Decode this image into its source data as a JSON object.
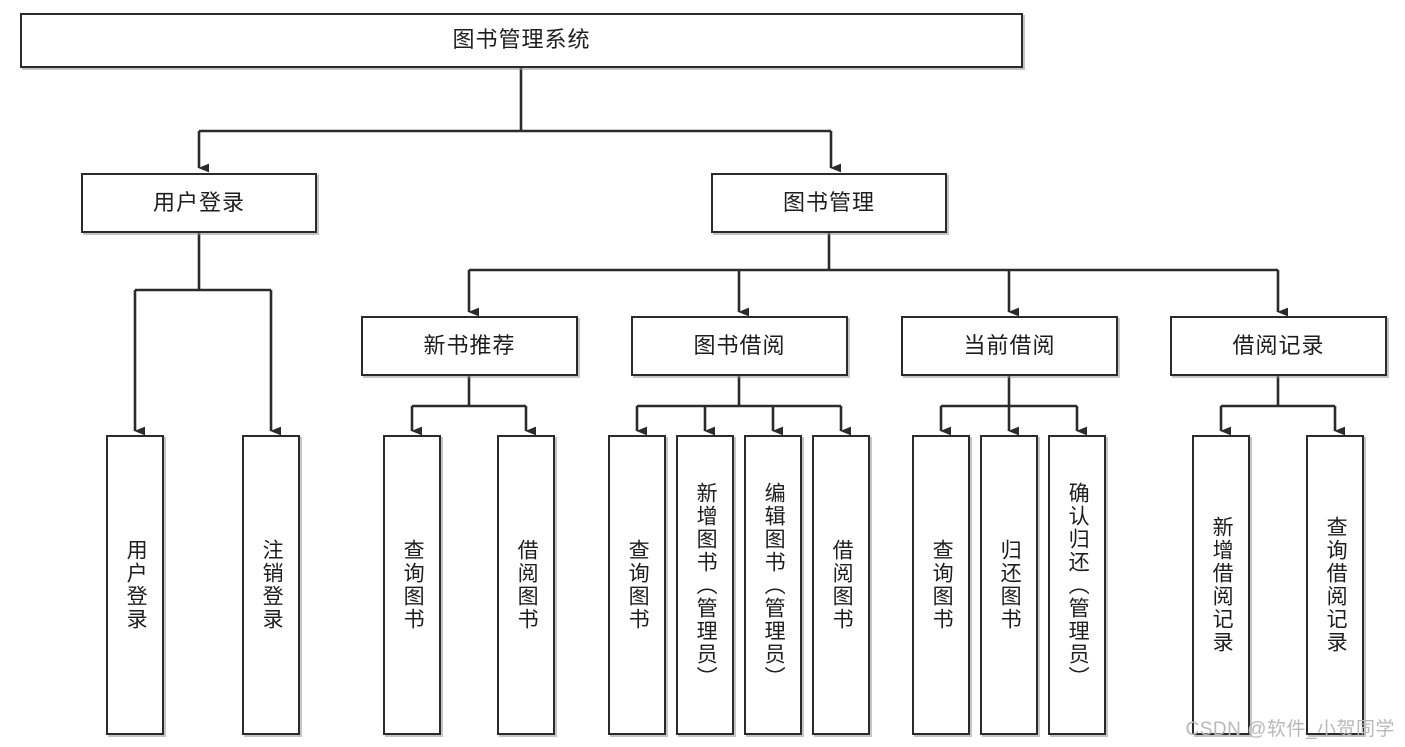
{
  "diagram": {
    "type": "tree-hierarchy",
    "title": "图书管理系统",
    "root": {
      "id": "root",
      "label": "图书管理系统"
    },
    "level2": [
      {
        "id": "user-login",
        "label": "用户登录"
      },
      {
        "id": "book-manage",
        "label": "图书管理"
      }
    ],
    "level3": [
      {
        "id": "new-book-recommend",
        "label": "新书推荐",
        "parent": "book-manage"
      },
      {
        "id": "book-borrow",
        "label": "图书借阅",
        "parent": "book-manage"
      },
      {
        "id": "current-borrow",
        "label": "当前借阅",
        "parent": "book-manage"
      },
      {
        "id": "borrow-record",
        "label": "借阅记录",
        "parent": "book-manage"
      }
    ],
    "leaves": [
      {
        "id": "leaf-user-login",
        "label": "用户登录",
        "parent": "user-login"
      },
      {
        "id": "leaf-logout-login",
        "label": "注销登录",
        "parent": "user-login"
      },
      {
        "id": "leaf-query-book-1",
        "label": "查询图书",
        "parent": "new-book-recommend"
      },
      {
        "id": "leaf-borrow-book-1",
        "label": "借阅图书",
        "parent": "new-book-recommend"
      },
      {
        "id": "leaf-query-book-2",
        "label": "查询图书",
        "parent": "book-borrow"
      },
      {
        "id": "leaf-add-book",
        "label": "新增图书（管理员）",
        "parent": "book-borrow"
      },
      {
        "id": "leaf-edit-book",
        "label": "编辑图书（管理员）",
        "parent": "book-borrow"
      },
      {
        "id": "leaf-borrow-book-2",
        "label": "借阅图书",
        "parent": "book-borrow"
      },
      {
        "id": "leaf-query-book-3",
        "label": "查询图书",
        "parent": "current-borrow"
      },
      {
        "id": "leaf-return-book",
        "label": "归还图书",
        "parent": "current-borrow"
      },
      {
        "id": "leaf-confirm-return",
        "label": "确认归还（管理员）",
        "parent": "current-borrow"
      },
      {
        "id": "leaf-add-record",
        "label": "新增借阅记录",
        "parent": "borrow-record"
      },
      {
        "id": "leaf-query-record",
        "label": "查询借阅记录",
        "parent": "borrow-record"
      }
    ],
    "colors": {
      "stroke": "#2b2b2b",
      "fill": "#ffffff",
      "text": "#1d1d1d",
      "shadow": "#969696",
      "watermark": "#b9b9b9"
    }
  },
  "watermark": {
    "text": "CSDN @软件_小贺同学"
  }
}
